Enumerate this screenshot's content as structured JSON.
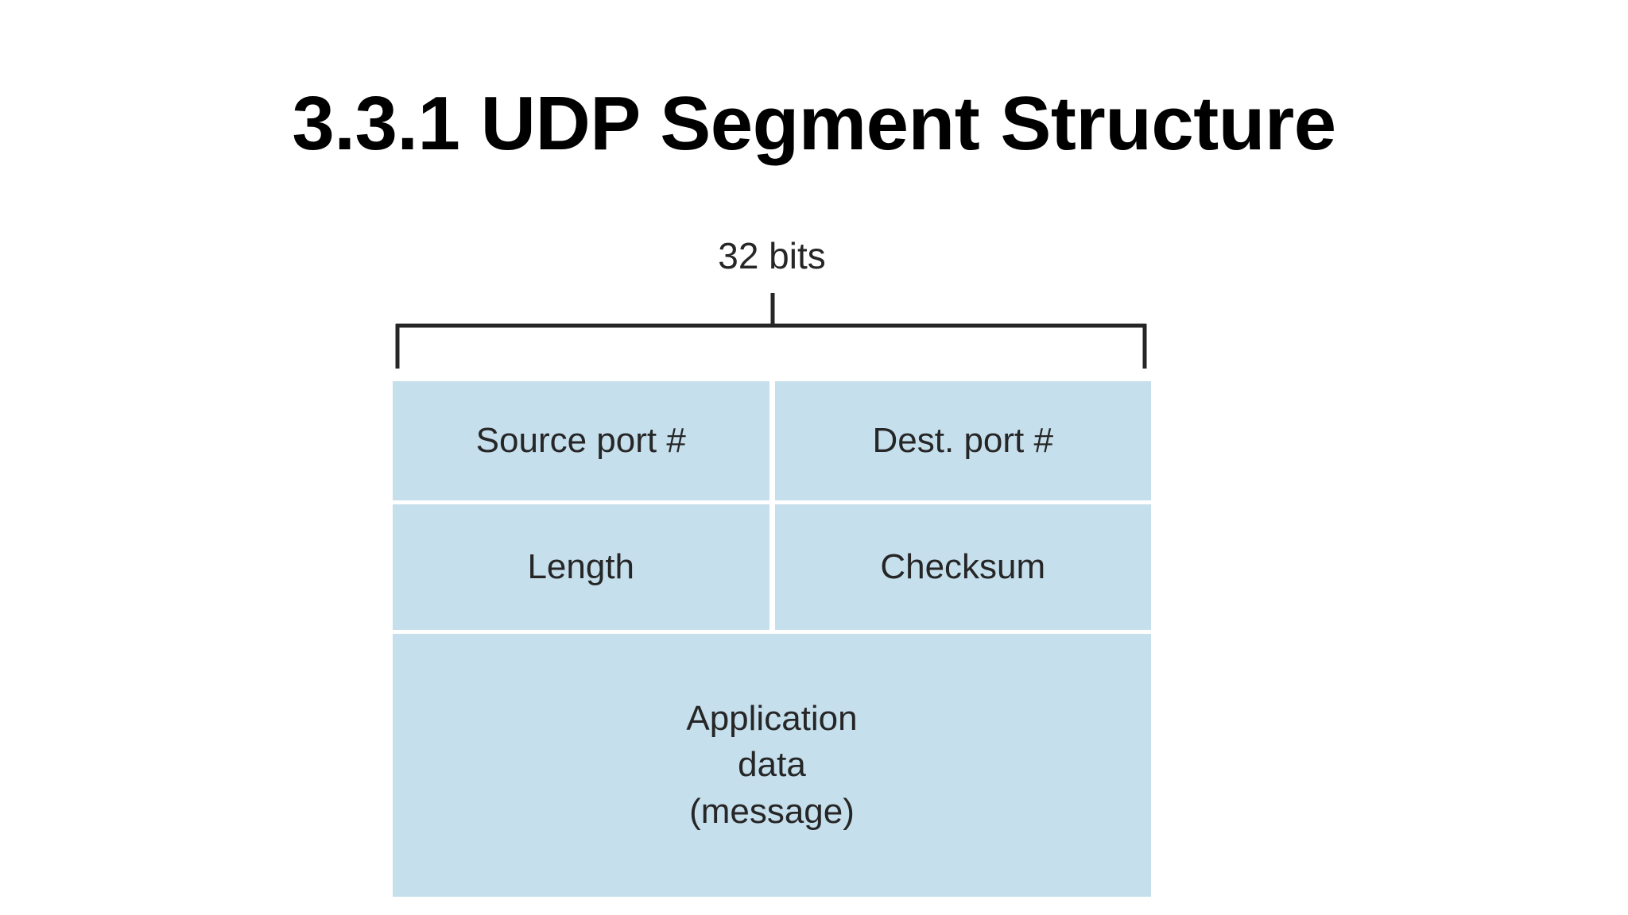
{
  "slide": {
    "title": "3.3.1 UDP Segment Structure",
    "background_color": "#ffffff"
  },
  "diagram": {
    "name": "udp-segment-structure",
    "width_annotation": {
      "label": "32 bits",
      "bracket_style": "top-brace",
      "line_color": "#262626"
    },
    "field_fill_color": "#c6dfec",
    "field_text_color": "#262626",
    "rows": [
      {
        "row_name": "ports",
        "cells": [
          {
            "label": "Source port #",
            "span": "half"
          },
          {
            "label": "Dest. port #",
            "span": "half"
          }
        ]
      },
      {
        "row_name": "length-checksum",
        "cells": [
          {
            "label": "Length",
            "span": "half"
          },
          {
            "label": "Checksum",
            "span": "half"
          }
        ]
      },
      {
        "row_name": "payload",
        "cells": [
          {
            "label": "Application\ndata\n(message)",
            "span": "full"
          }
        ]
      }
    ]
  }
}
